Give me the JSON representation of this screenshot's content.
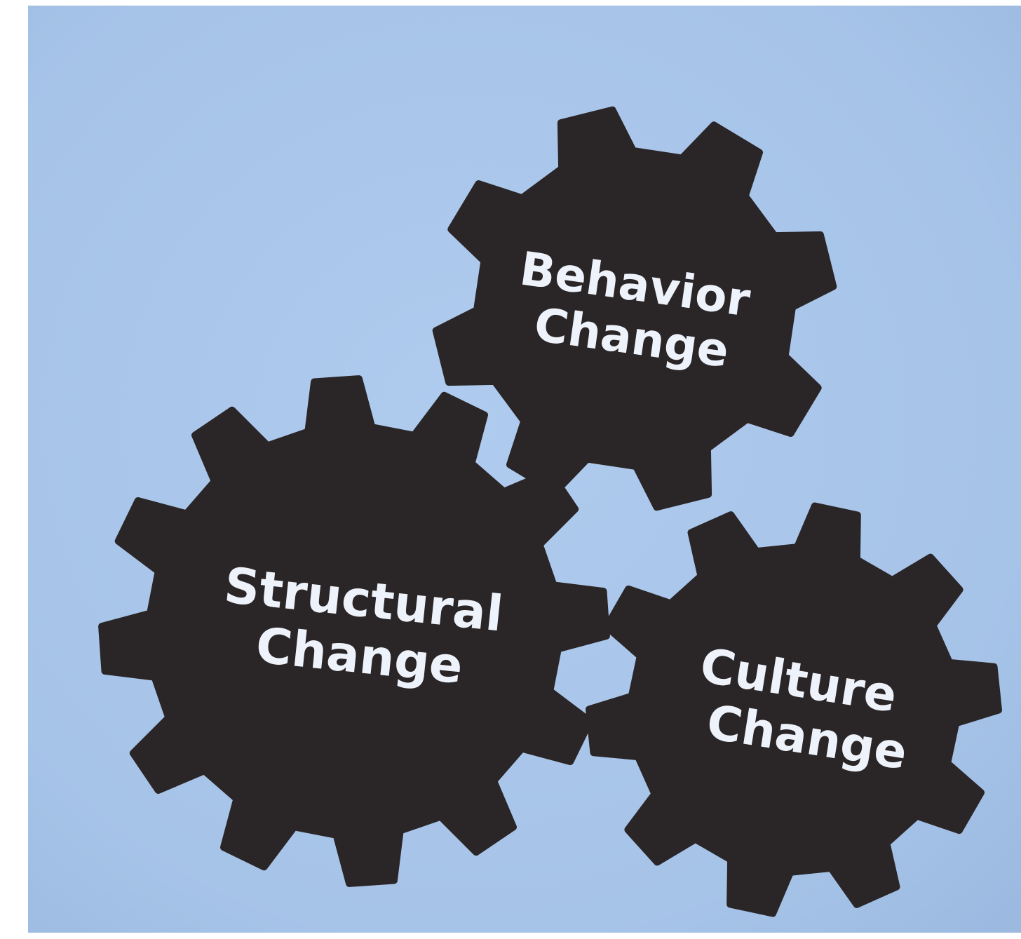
{
  "colors": {
    "background": "#a9c6ea",
    "gear": "#2a2526",
    "label": "#eef3fb"
  },
  "gears": [
    {
      "id": "behavior",
      "icon": "gear-icon",
      "line1": "Behavior",
      "line2": "Change"
    },
    {
      "id": "structural",
      "icon": "gear-icon",
      "line1": "Structural",
      "line2": "Change"
    },
    {
      "id": "culture",
      "icon": "gear-icon",
      "line1": "Culture",
      "line2": "Change"
    }
  ]
}
